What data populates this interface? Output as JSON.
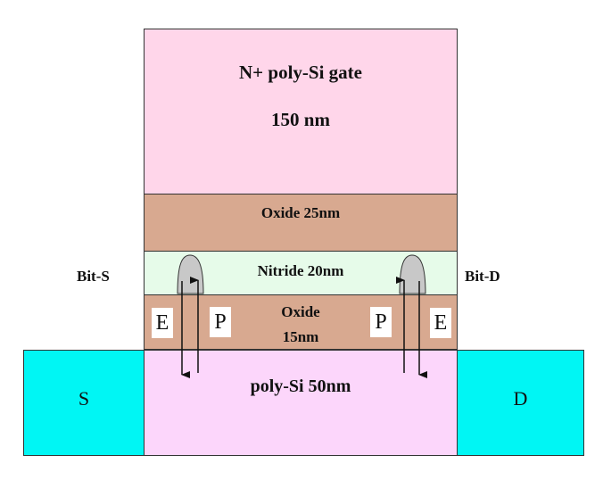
{
  "layers": {
    "gate": {
      "line1": "N+ poly-Si gate",
      "line2": "150 nm",
      "color": "#ffd6ea"
    },
    "oxide_top": {
      "label": "Oxide 25nm",
      "color": "#d8a990"
    },
    "nitride": {
      "label": "Nitride 20nm",
      "color": "#e6fbe9"
    },
    "oxide_bottom": {
      "line1": "Oxide",
      "line2": "15nm",
      "color": "#d8a990"
    },
    "channel": {
      "label": "poly-Si 50nm",
      "color": "#fcd6fb"
    },
    "source": {
      "label": "S",
      "color": "#00f6f4"
    },
    "drain": {
      "label": "D",
      "color": "#00f6f4"
    }
  },
  "side_labels": {
    "left": "Bit-S",
    "right": "Bit-D"
  },
  "carrier_labels": {
    "left_outer": "E",
    "left_inner": "P",
    "right_inner": "P",
    "right_outer": "E"
  },
  "charge_blob_color": "#c8c8c8"
}
